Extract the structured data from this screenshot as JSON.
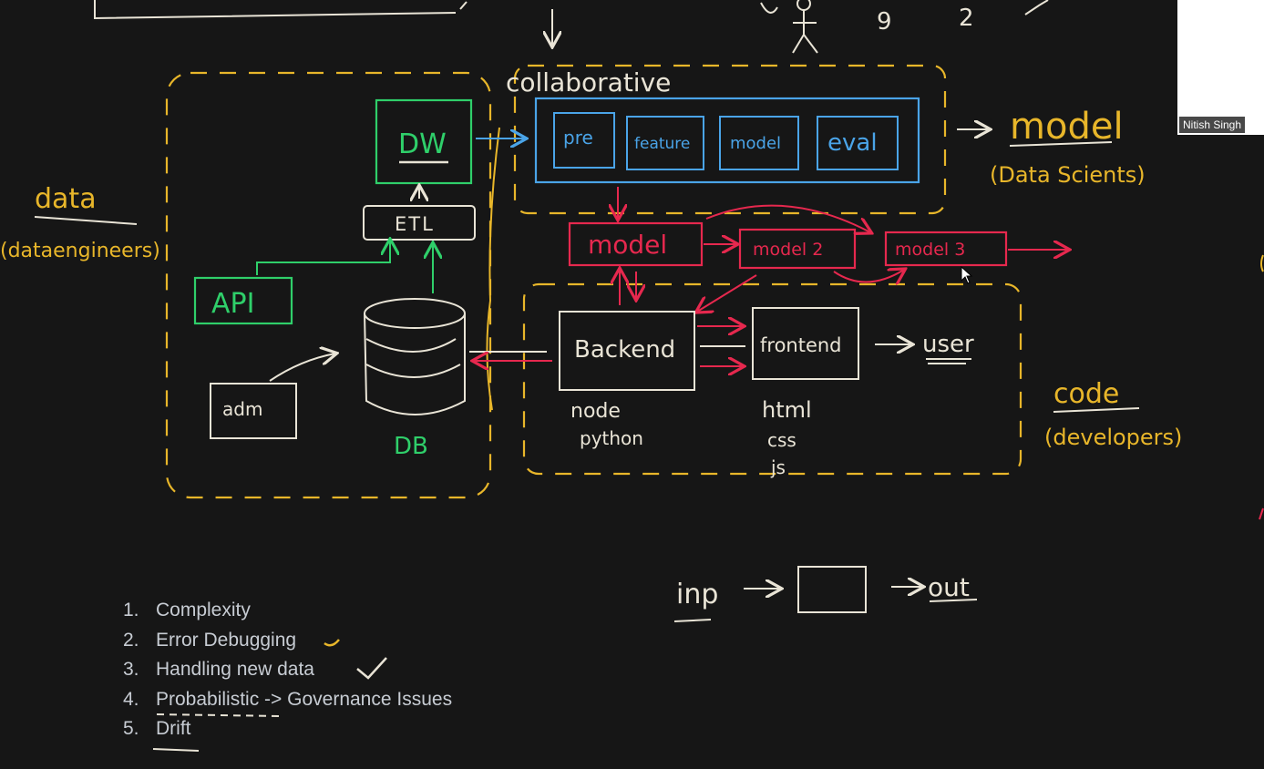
{
  "colors": {
    "background": "#161616",
    "chalk_white": "#e9e4d6",
    "yellow": "#e8b62a",
    "green": "#2fcf6a",
    "blue": "#4aa4e8",
    "red": "#e6284e",
    "list_text": "#c7ccd3"
  },
  "participant": {
    "name": "Nitish Singh"
  },
  "top_scribbles": {
    "a": "9",
    "b": "2"
  },
  "sections": {
    "collaborative": "collaborative",
    "data_title": "data",
    "data_sub": "(dataengineers)",
    "model_title": "model",
    "model_sub": "(Data Scients)",
    "code_title": "code",
    "code_sub": "(developers)"
  },
  "data_box": {
    "dw": "DW",
    "etl": "ETL",
    "api": "API",
    "admin": "adm",
    "db": "DB"
  },
  "pipeline": [
    "pre",
    "feature",
    "model",
    "eval"
  ],
  "models": [
    "model",
    "model 2",
    "model 3"
  ],
  "code_box": {
    "backend": "Backend",
    "backend_stack": [
      "node",
      "python"
    ],
    "frontend": "frontend",
    "frontend_stack": [
      "html",
      "css",
      "js"
    ],
    "user": "user"
  },
  "io": {
    "inp": "inp",
    "out": "out"
  },
  "list": [
    {
      "num": "1.",
      "text": "Complexity"
    },
    {
      "num": "2.",
      "text": "Error Debugging"
    },
    {
      "num": "3.",
      "text": "Handling new data"
    },
    {
      "num": "4.",
      "text": "Probabilistic -> Governance Issues"
    },
    {
      "num": "5.",
      "text": "Drift"
    }
  ],
  "icons": [
    "stick-figure-icon",
    "checkmark-icon",
    "mouse-cursor-icon"
  ]
}
